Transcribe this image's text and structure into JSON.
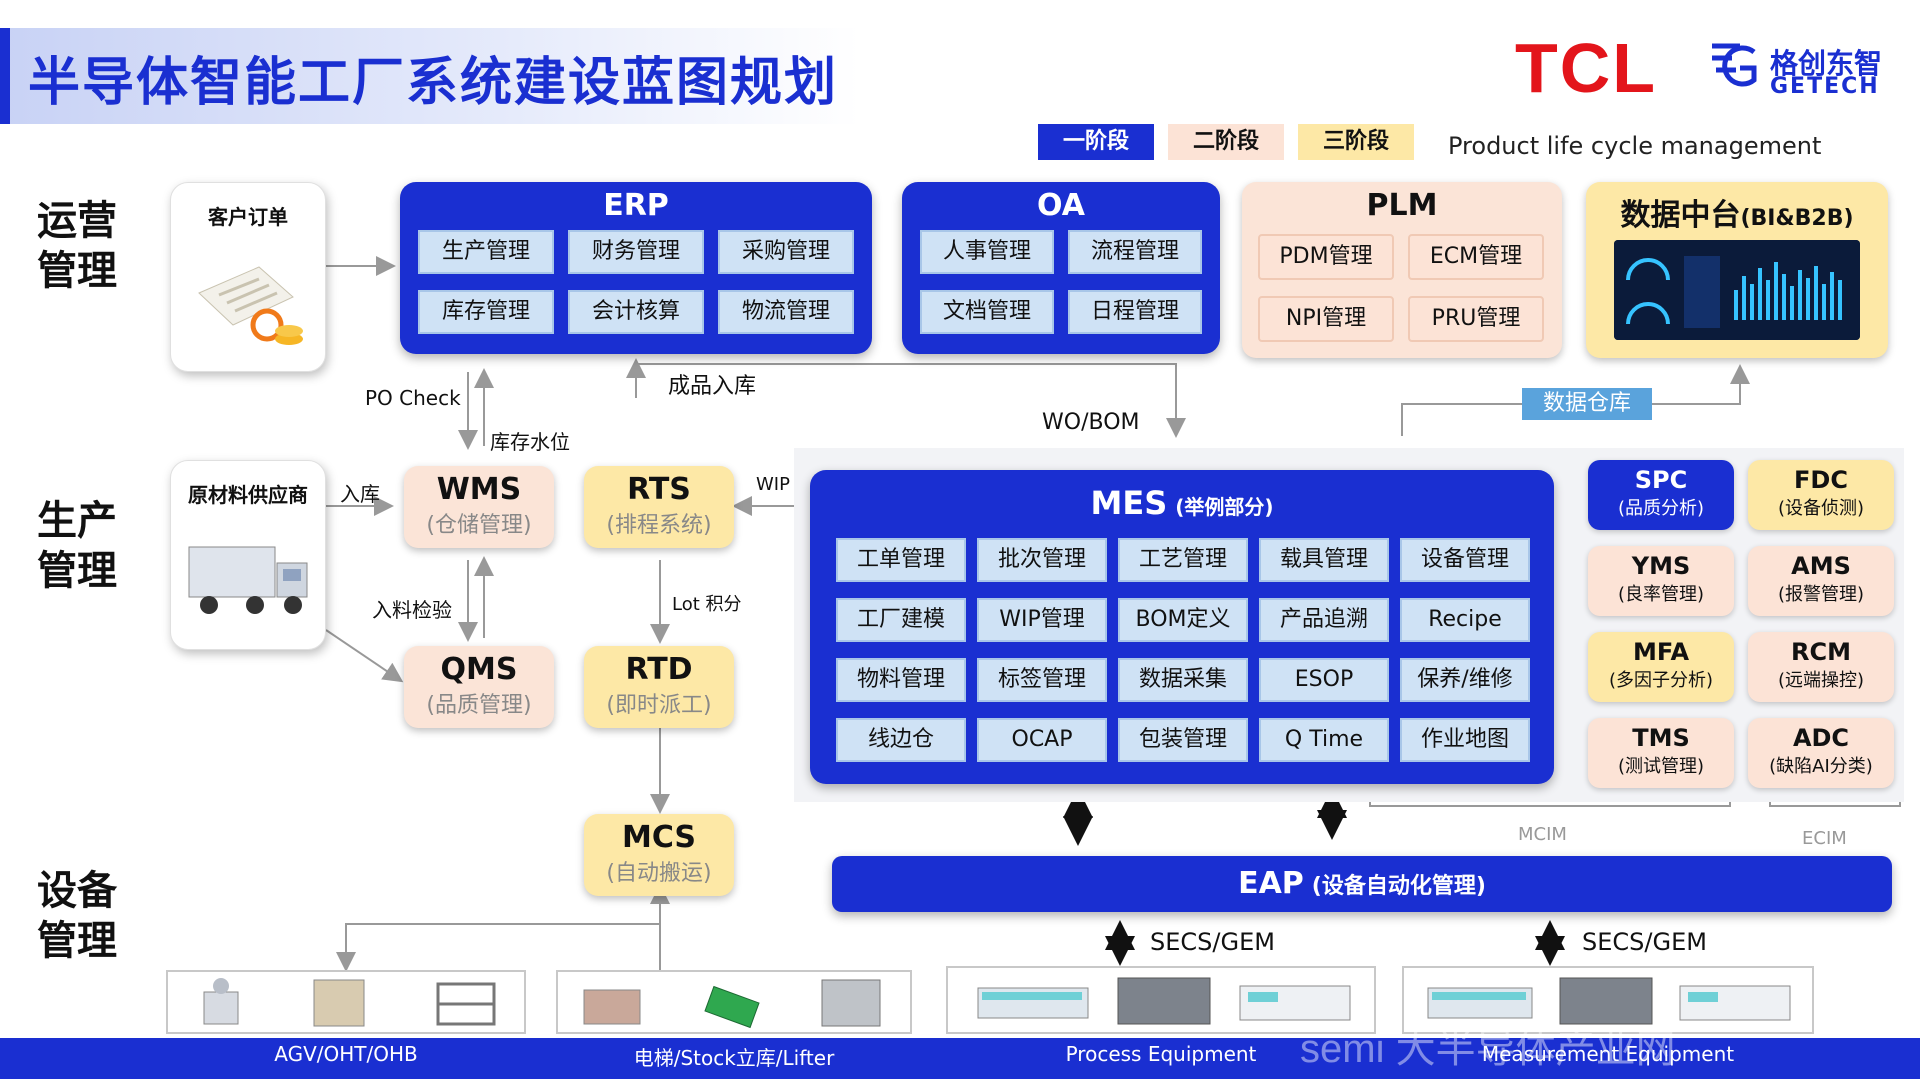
{
  "header": {
    "title": "半导体智能工厂系统建设蓝图规划",
    "tcl_logo": "TCL",
    "getech_cn": "格创东智",
    "getech_en": "GETECH"
  },
  "legend": {
    "stage1": "一阶段",
    "stage2": "二阶段",
    "stage3": "三阶段",
    "plc": "Product life cycle management",
    "colors": {
      "stage1": "#1a2fd1",
      "stage2": "#fce3d6",
      "stage3": "#fde8a6"
    }
  },
  "sides": {
    "ops": "运营\n管理",
    "prod": "生产\n管理",
    "equip": "设备\n管理"
  },
  "order": {
    "title": "客户订单",
    "icon": "order-document-icon"
  },
  "supplier": {
    "title": "原材料供应商",
    "icon": "truck-icon"
  },
  "erp": {
    "title": "ERP",
    "items": [
      "生产管理",
      "财务管理",
      "采购管理",
      "库存管理",
      "会计核算",
      "物流管理"
    ]
  },
  "oa": {
    "title": "OA",
    "items": [
      "人事管理",
      "流程管理",
      "文档管理",
      "日程管理"
    ]
  },
  "plm": {
    "title": "PLM",
    "items": [
      "PDM管理",
      "ECM管理",
      "NPI管理",
      "PRU管理"
    ]
  },
  "datacenter": {
    "title": "数据中台",
    "suffix": "(BI&B2B)",
    "icon": "dashboard-chart-icon"
  },
  "wms": {
    "name": "WMS",
    "desc": "(仓储管理)"
  },
  "rts": {
    "name": "RTS",
    "desc": "(排程系统)"
  },
  "qms": {
    "name": "QMS",
    "desc": "(品质管理)"
  },
  "rtd": {
    "name": "RTD",
    "desc": "(即时派工)"
  },
  "mcs": {
    "name": "MCS",
    "desc": "(自动搬运)"
  },
  "mes": {
    "title": "MES",
    "subtitle": "(举例部分)",
    "items": [
      "工单管理",
      "批次管理",
      "工艺管理",
      "载具管理",
      "设备管理",
      "工厂建模",
      "WIP管理",
      "BOM定义",
      "产品追溯",
      "Recipe",
      "物料管理",
      "标签管理",
      "数据采集",
      "ESOP",
      "保养/维修",
      "线边仓",
      "OCAP",
      "包装管理",
      "Q Time",
      "作业地图"
    ]
  },
  "side_systems": [
    {
      "name": "SPC",
      "desc": "(品质分析)",
      "stage": "stage1"
    },
    {
      "name": "FDC",
      "desc": "(设备侦测)",
      "stage": "stage3"
    },
    {
      "name": "YMS",
      "desc": "(良率管理)",
      "stage": "stage2"
    },
    {
      "name": "AMS",
      "desc": "(报警管理)",
      "stage": "stage2"
    },
    {
      "name": "MFA",
      "desc": "(多因子分析)",
      "stage": "stage3"
    },
    {
      "name": "RCM",
      "desc": "(远端操控)",
      "stage": "stage2"
    },
    {
      "name": "TMS",
      "desc": "(测试管理)",
      "stage": "stage2"
    },
    {
      "name": "ADC",
      "desc": "(缺陷AI分类)",
      "stage": "stage2"
    }
  ],
  "eap": {
    "title": "EAP",
    "subtitle": "(设备自动化管理)"
  },
  "labels": {
    "po_check": "PO Check",
    "stock_level": "库存水位",
    "finished_in": "成品入库",
    "wo_bom": "WO/BOM",
    "data_warehouse": "数据仓库",
    "inbound": "入库",
    "wip": "WIP",
    "incoming_check": "入料检验",
    "lot_points": "Lot 积分",
    "mcim": "MCIM",
    "ecim": "ECIM",
    "secs1": "SECS/GEM",
    "secs2": "SECS/GEM"
  },
  "equipment": [
    "AGV/OHT/OHB",
    "电梯/Stock立库/Lifter",
    "Process Equipment",
    "Measurement Equipment"
  ],
  "watermark": "semi 大半导体产业网"
}
